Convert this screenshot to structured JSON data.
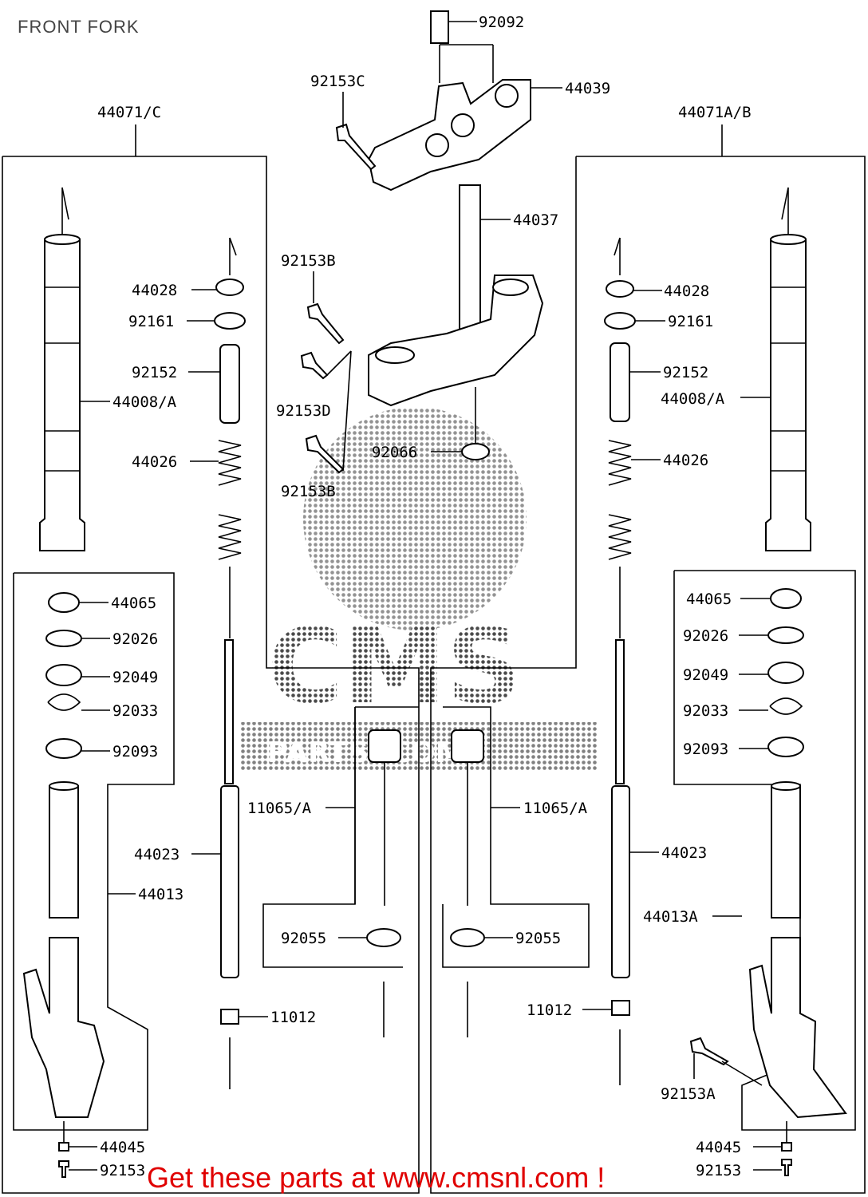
{
  "title": "FRONT FORK",
  "watermark": {
    "line1": "CMS",
    "line2": "PARTS .COM"
  },
  "promo": "Get these parts at www.cmsnl.com !",
  "colors": {
    "promo": "#e00000",
    "title": "#444444",
    "line": "#000000"
  },
  "labels": {
    "p92092": "92092",
    "p92153C": "92153C",
    "p44039": "44039",
    "p44071C": "44071/C",
    "p44071AB": "44071A/B",
    "p44037": "44037",
    "p92153B_top": "92153B",
    "p92153D": "92153D",
    "p92066": "92066",
    "p92153B_bot": "92153B",
    "L44028": "44028",
    "L92161": "92161",
    "L92152": "92152",
    "L44008A": "44008/A",
    "L44026": "44026",
    "L44065": "44065",
    "L92026": "92026",
    "L92049": "92049",
    "L92033": "92033",
    "L92093": "92093",
    "L11065A": "11065/A",
    "L44023": "44023",
    "L44013": "44013",
    "L92055": "92055",
    "L11012": "11012",
    "L44045": "44045",
    "L92153": "92153",
    "R44028": "44028",
    "R92161": "92161",
    "R92152": "92152",
    "R44008A": "44008/A",
    "R44026": "44026",
    "R44065": "44065",
    "R92026": "92026",
    "R92049": "92049",
    "R92033": "92033",
    "R92093": "92093",
    "R11065A": "11065/A",
    "R44023": "44023",
    "R44013A": "44013A",
    "R92055": "92055",
    "R11012": "11012",
    "R92153A": "92153A",
    "R44045": "44045",
    "R92153": "92153"
  }
}
